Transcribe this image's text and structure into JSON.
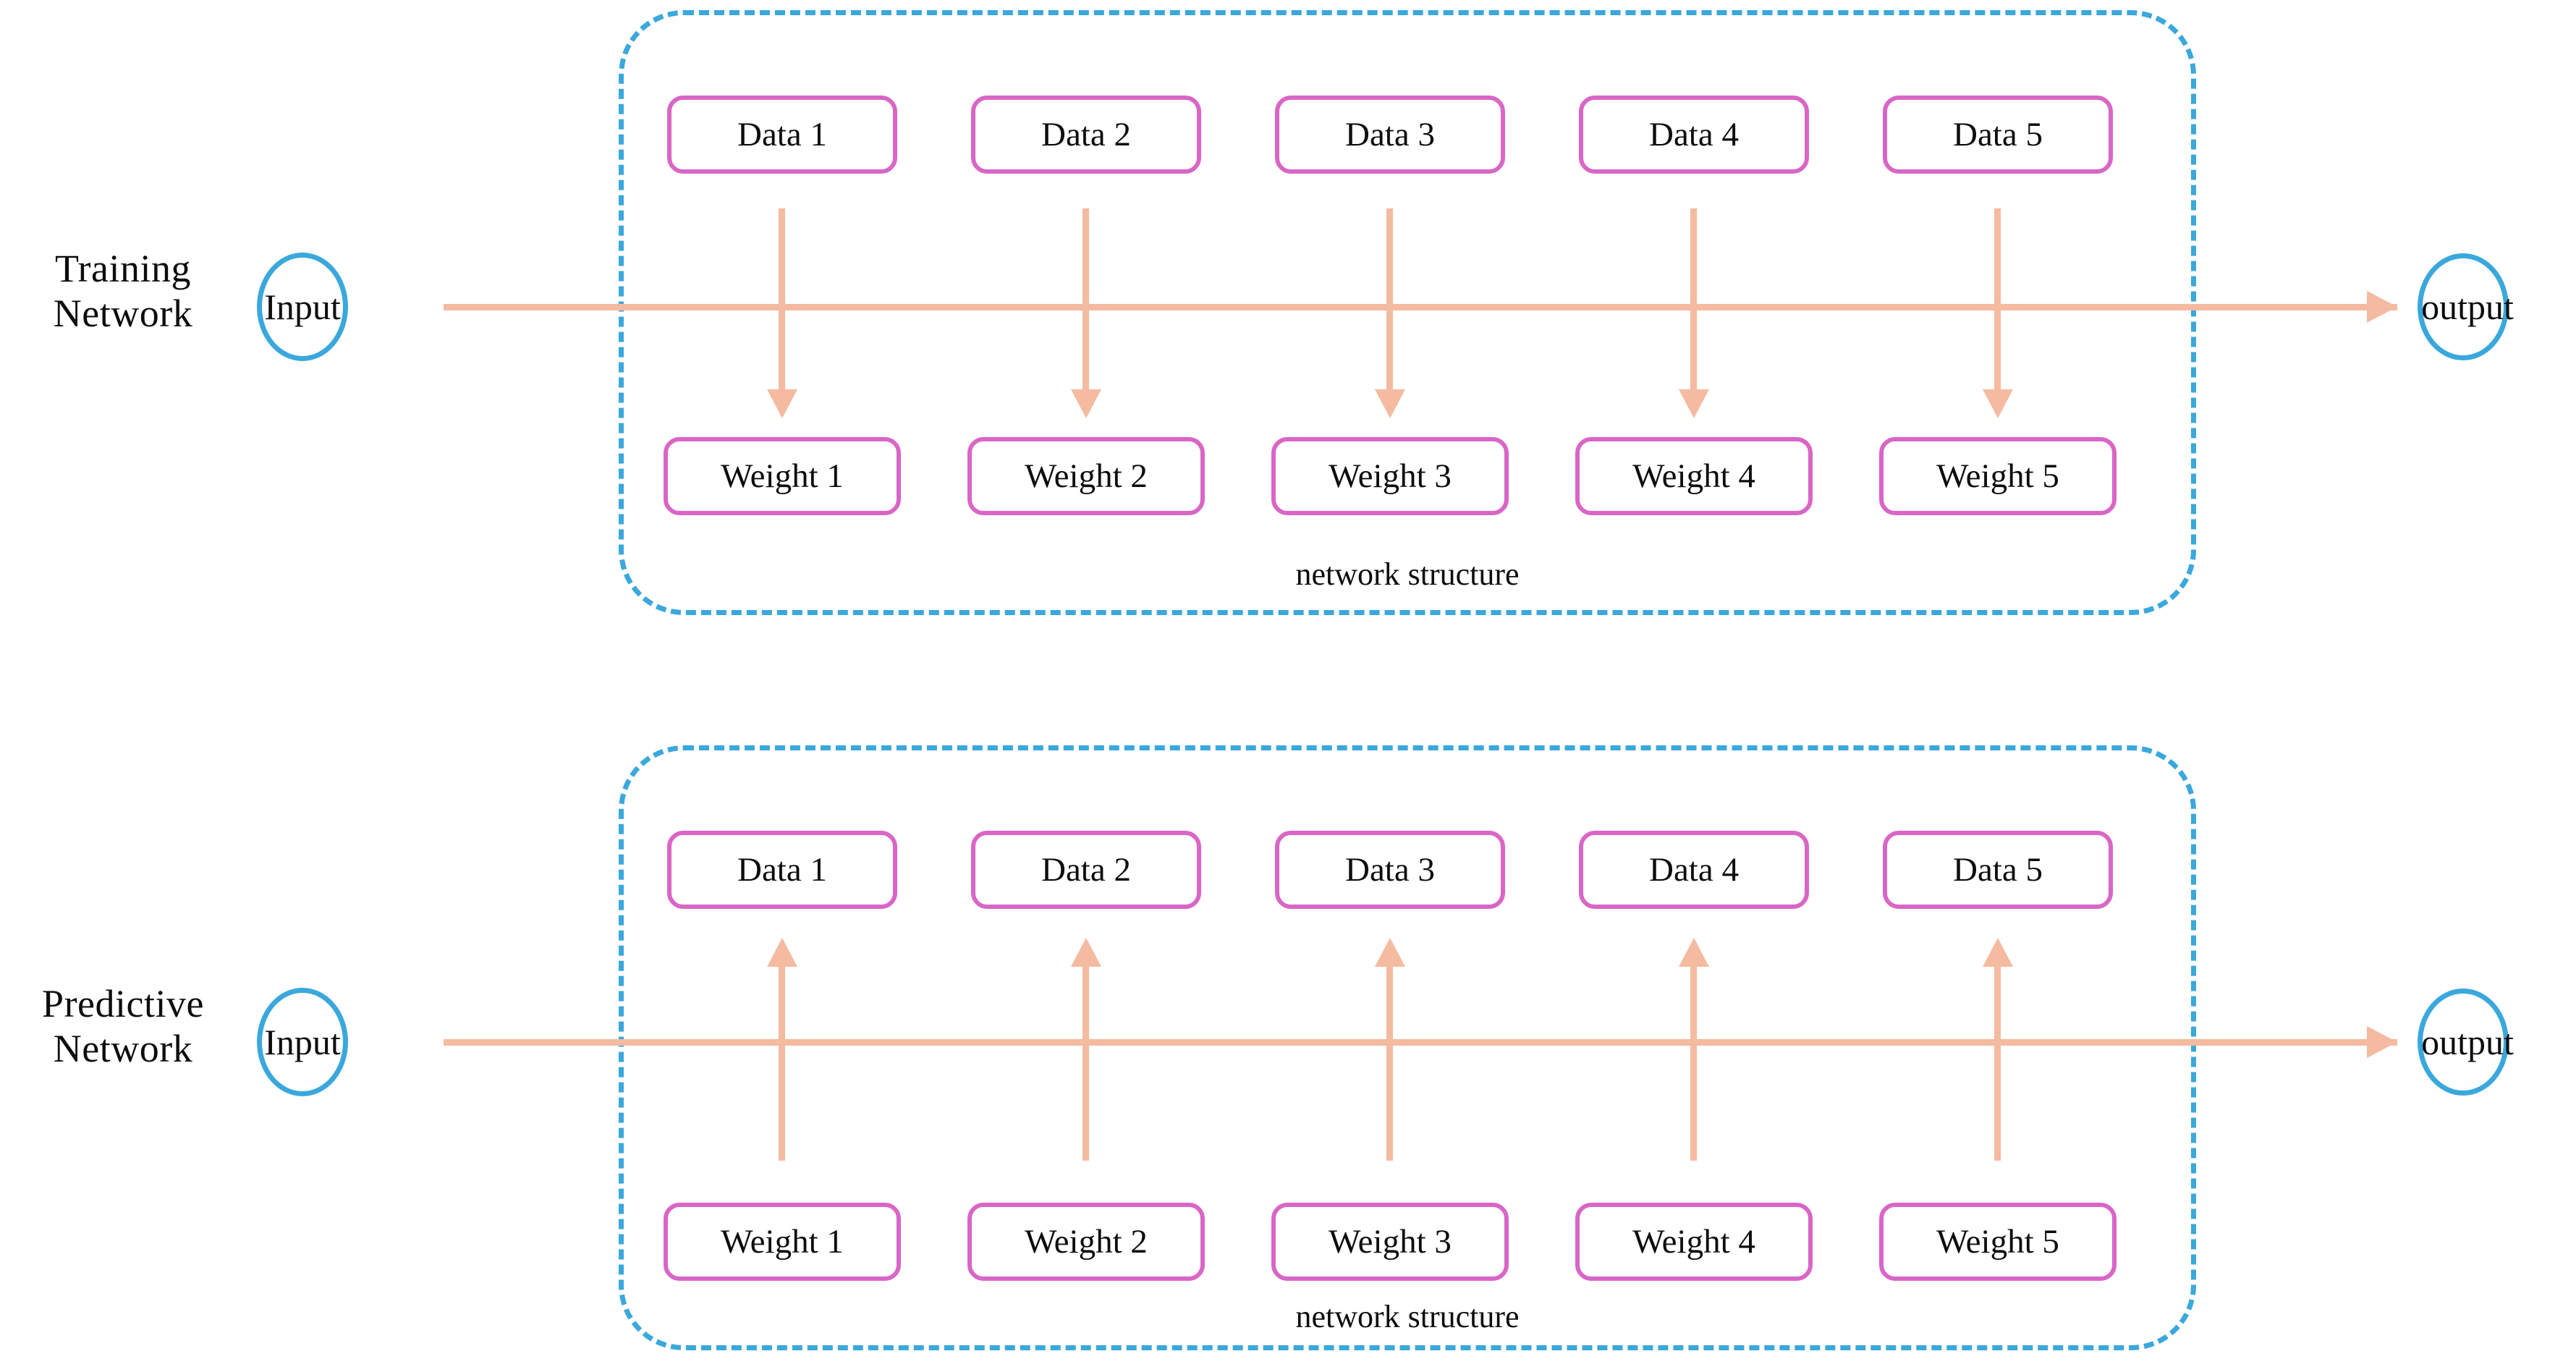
{
  "diagram": {
    "title": "Training and Predictive Network Structure Diagram",
    "colors": {
      "node_border": "#D966C6",
      "circle_border": "#3AA8DC",
      "dashed_border": "#3AA8DC",
      "connector": "#F4BBA0",
      "text": "#0d0d0d",
      "background": "#ffffff"
    }
  },
  "sections": [
    {
      "id": "training",
      "label_line1": "Training",
      "label_line2": "Network",
      "input_label": "Input",
      "output_label": "output",
      "structure_caption": "network structure",
      "flow_direction": "data-to-weight",
      "top_row_label": "Data",
      "bottom_row_label": "Weight",
      "top_nodes": [
        {
          "label": "Data 1"
        },
        {
          "label": "Data 2"
        },
        {
          "label": "Data 3"
        },
        {
          "label": "Data 4"
        },
        {
          "label": "Data 5"
        }
      ],
      "bottom_nodes": [
        {
          "label": "Weight 1"
        },
        {
          "label": "Weight 2"
        },
        {
          "label": "Weight 3"
        },
        {
          "label": "Weight 4"
        },
        {
          "label": "Weight 5"
        }
      ]
    },
    {
      "id": "predictive",
      "label_line1": "Predictive",
      "label_line2": "Network",
      "input_label": "Input",
      "output_label": "output",
      "structure_caption": "network structure",
      "flow_direction": "weight-to-data",
      "top_row_label": "Data",
      "bottom_row_label": "Weight",
      "top_nodes": [
        {
          "label": "Data 1"
        },
        {
          "label": "Data 2"
        },
        {
          "label": "Data 3"
        },
        {
          "label": "Data 4"
        },
        {
          "label": "Data 5"
        }
      ],
      "bottom_nodes": [
        {
          "label": "Weight 1"
        },
        {
          "label": "Weight 2"
        },
        {
          "label": "Weight 3"
        },
        {
          "label": "Weight 4"
        },
        {
          "label": "Weight 5"
        }
      ]
    }
  ]
}
